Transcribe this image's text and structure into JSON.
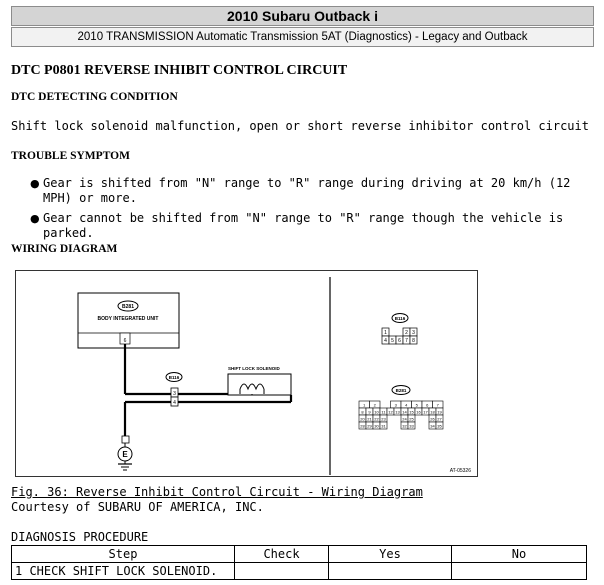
{
  "header": {
    "title": "2010 Subaru Outback i",
    "subtitle": "2010 TRANSMISSION Automatic Transmission 5AT (Diagnostics) - Legacy and Outback"
  },
  "dtc": {
    "title": "DTC P0801 REVERSE INHIBIT CONTROL CIRCUIT",
    "detecting_heading": "DTC DETECTING CONDITION",
    "detecting_text": "Shift lock solenoid malfunction, open or short reverse inhibitor control circuit",
    "symptom_heading": "TROUBLE SYMPTOM",
    "symptoms": [
      "Gear is shifted from \"N\" range to \"R\" range during driving at 20 km/h (12 MPH) or more.",
      "Gear cannot be shifted from \"N\" range to \"R\" range though the vehicle is parked."
    ],
    "wiring_heading": "WIRING DIAGRAM"
  },
  "diagram": {
    "body_connector": "B281",
    "body_label": "BODY INTEGRATED UNIT",
    "pin_body": "6",
    "sol_connector": "B116",
    "pin3": "3",
    "pin4": "4",
    "solenoid_label": "SHIFT LOCK SOLENOID",
    "ground": "E",
    "right_conn1": "B116",
    "right_conn2": "B281",
    "ref": "AT-05326",
    "b116_top": [
      "1",
      "2",
      "3"
    ],
    "b116_bottom": [
      "4",
      "5",
      "6",
      "7",
      "8"
    ],
    "b281_row1": [
      "1",
      "2",
      "3",
      "4",
      "5",
      "6",
      "7"
    ],
    "b281_row2": [
      "8",
      "9",
      "10",
      "11",
      "12",
      "13",
      "14",
      "15",
      "16",
      "17",
      "18",
      "19"
    ],
    "b281_row3": [
      "20",
      "21",
      "22",
      "23",
      "24",
      "25",
      "26",
      "27"
    ],
    "b281_row4": [
      "28",
      "29",
      "30",
      "31",
      "32",
      "33",
      "34",
      "35"
    ]
  },
  "caption": {
    "fig": "Fig. 36: Reverse Inhibit Control Circuit - Wiring Diagram",
    "courtesy": "Courtesy of SUBARU OF AMERICA, INC."
  },
  "procedure": {
    "title": "DIAGNOSIS PROCEDURE",
    "columns": [
      "Step",
      "Check",
      "Yes",
      "No"
    ],
    "rows": [
      [
        "1 CHECK SHIFT LOCK SOLENOID.",
        "",
        "",
        ""
      ]
    ]
  }
}
